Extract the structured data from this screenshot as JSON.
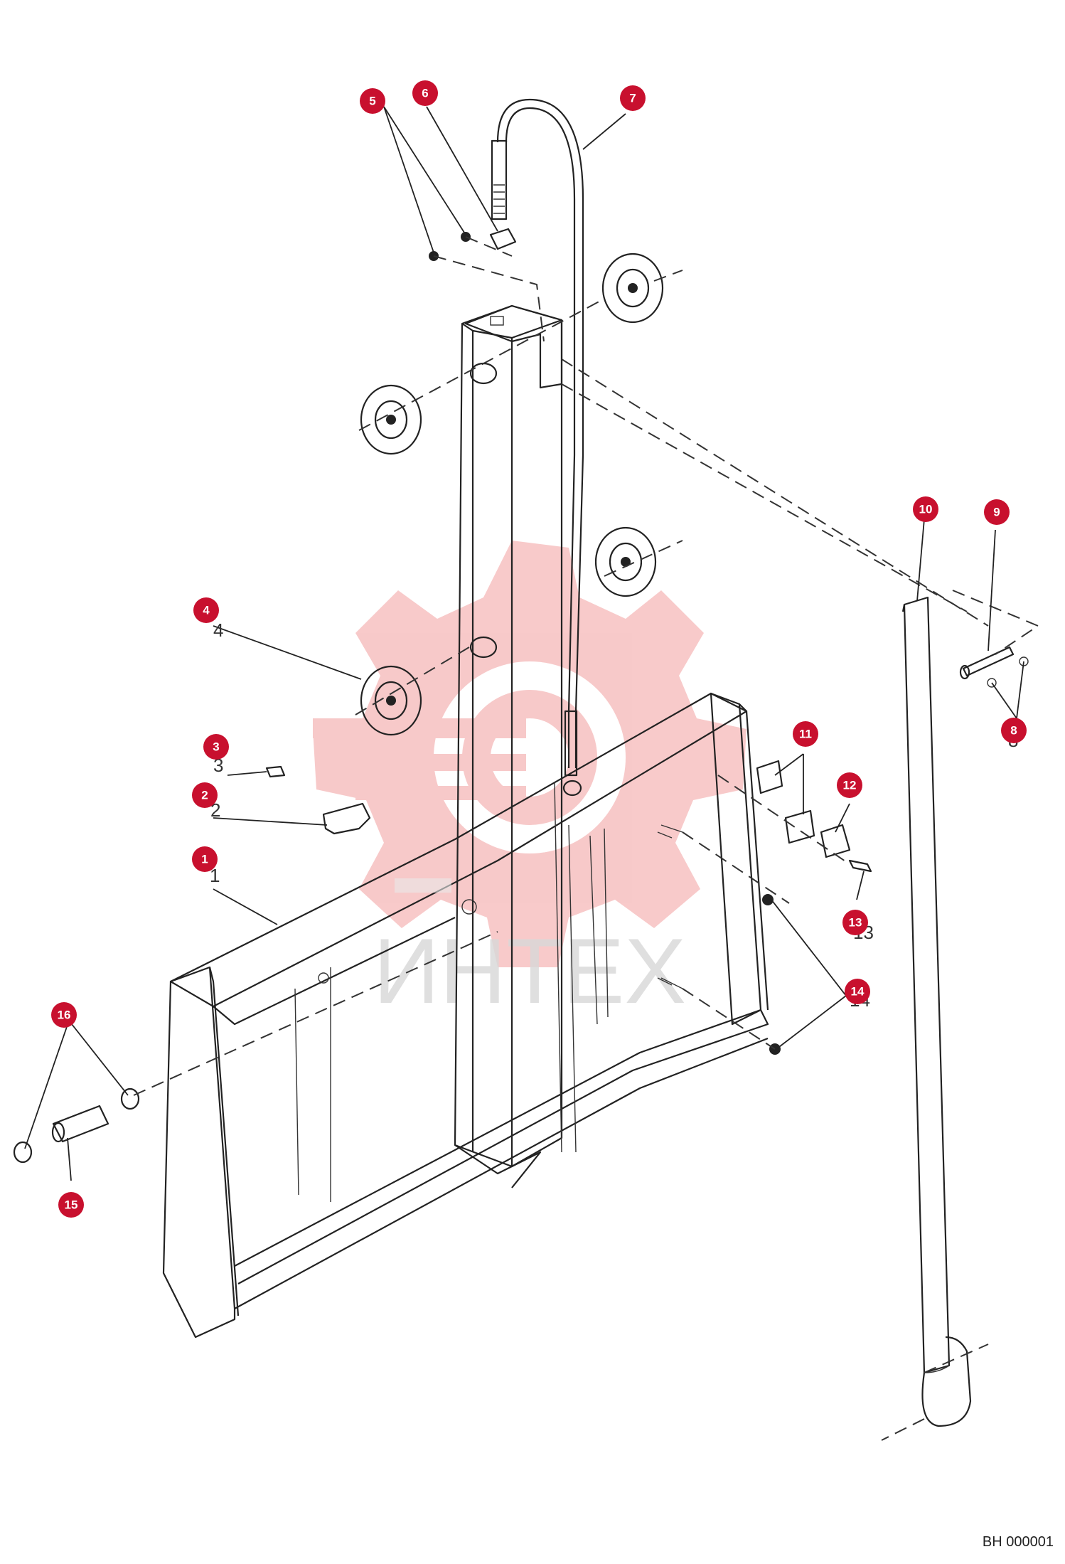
{
  "reference_code": "BH 000001",
  "watermark_text": "ИНТЕХ",
  "colors": {
    "badge": "#c8102e",
    "watermark": "#f2b8b8",
    "line": "#222222"
  },
  "callouts": [
    {
      "label": "1"
    },
    {
      "label": "2"
    },
    {
      "label": "3"
    },
    {
      "label": "4"
    },
    {
      "label": "5"
    },
    {
      "label": "6"
    },
    {
      "label": "7"
    },
    {
      "label": "8"
    },
    {
      "label": "9"
    },
    {
      "label": "10"
    },
    {
      "label": "11"
    },
    {
      "label": "12"
    },
    {
      "label": "13"
    },
    {
      "label": "14"
    },
    {
      "label": "15"
    },
    {
      "label": "16"
    }
  ]
}
